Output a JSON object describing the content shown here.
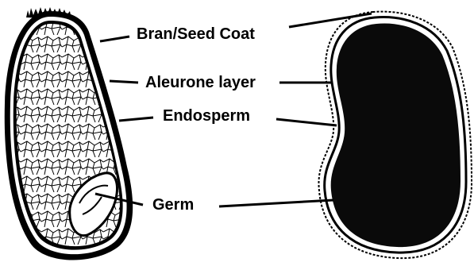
{
  "diagram": {
    "labels": {
      "bran": "Bran/Seed Coat",
      "aleurone": "Aleurone layer",
      "endosperm": "Endosperm",
      "germ": "Germ"
    },
    "colors": {
      "ink": "#000000",
      "paper": "#ffffff",
      "endosperm_fill": "#0a0a0a"
    }
  }
}
